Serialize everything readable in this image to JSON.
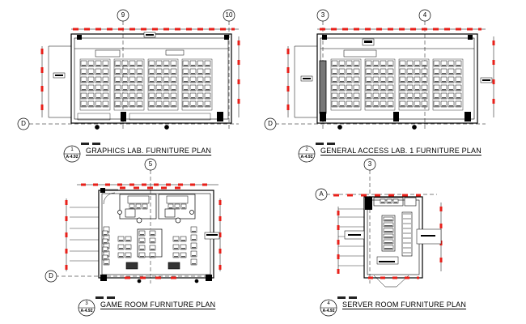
{
  "plans": [
    {
      "num": "1",
      "sheet": "A-4.92",
      "title": "GRAPHICS LAB. FURNITURE PLAN"
    },
    {
      "num": "2",
      "sheet": "A-4.92",
      "title": "GENERAL ACCESS LAB. 1 FURNITURE PLAN"
    },
    {
      "num": "3",
      "sheet": "A-4.92",
      "title": "GAME ROOM FURNITURE PLAN"
    },
    {
      "num": "4",
      "sheet": "A-4.92",
      "title": "SERVER ROOM FURNITURE PLAN"
    }
  ],
  "grid_bubbles": {
    "p1_top_left": "9",
    "p1_top_right": "10",
    "p1_side": "D",
    "p2_top_left": "3",
    "p2_top_right": "4",
    "p2_side": "D",
    "p3_top": "5",
    "p3_side": "D",
    "p4_top": "3",
    "p4_side": "A"
  },
  "colors": {
    "line": "#000000",
    "accent": "#e8201a"
  }
}
